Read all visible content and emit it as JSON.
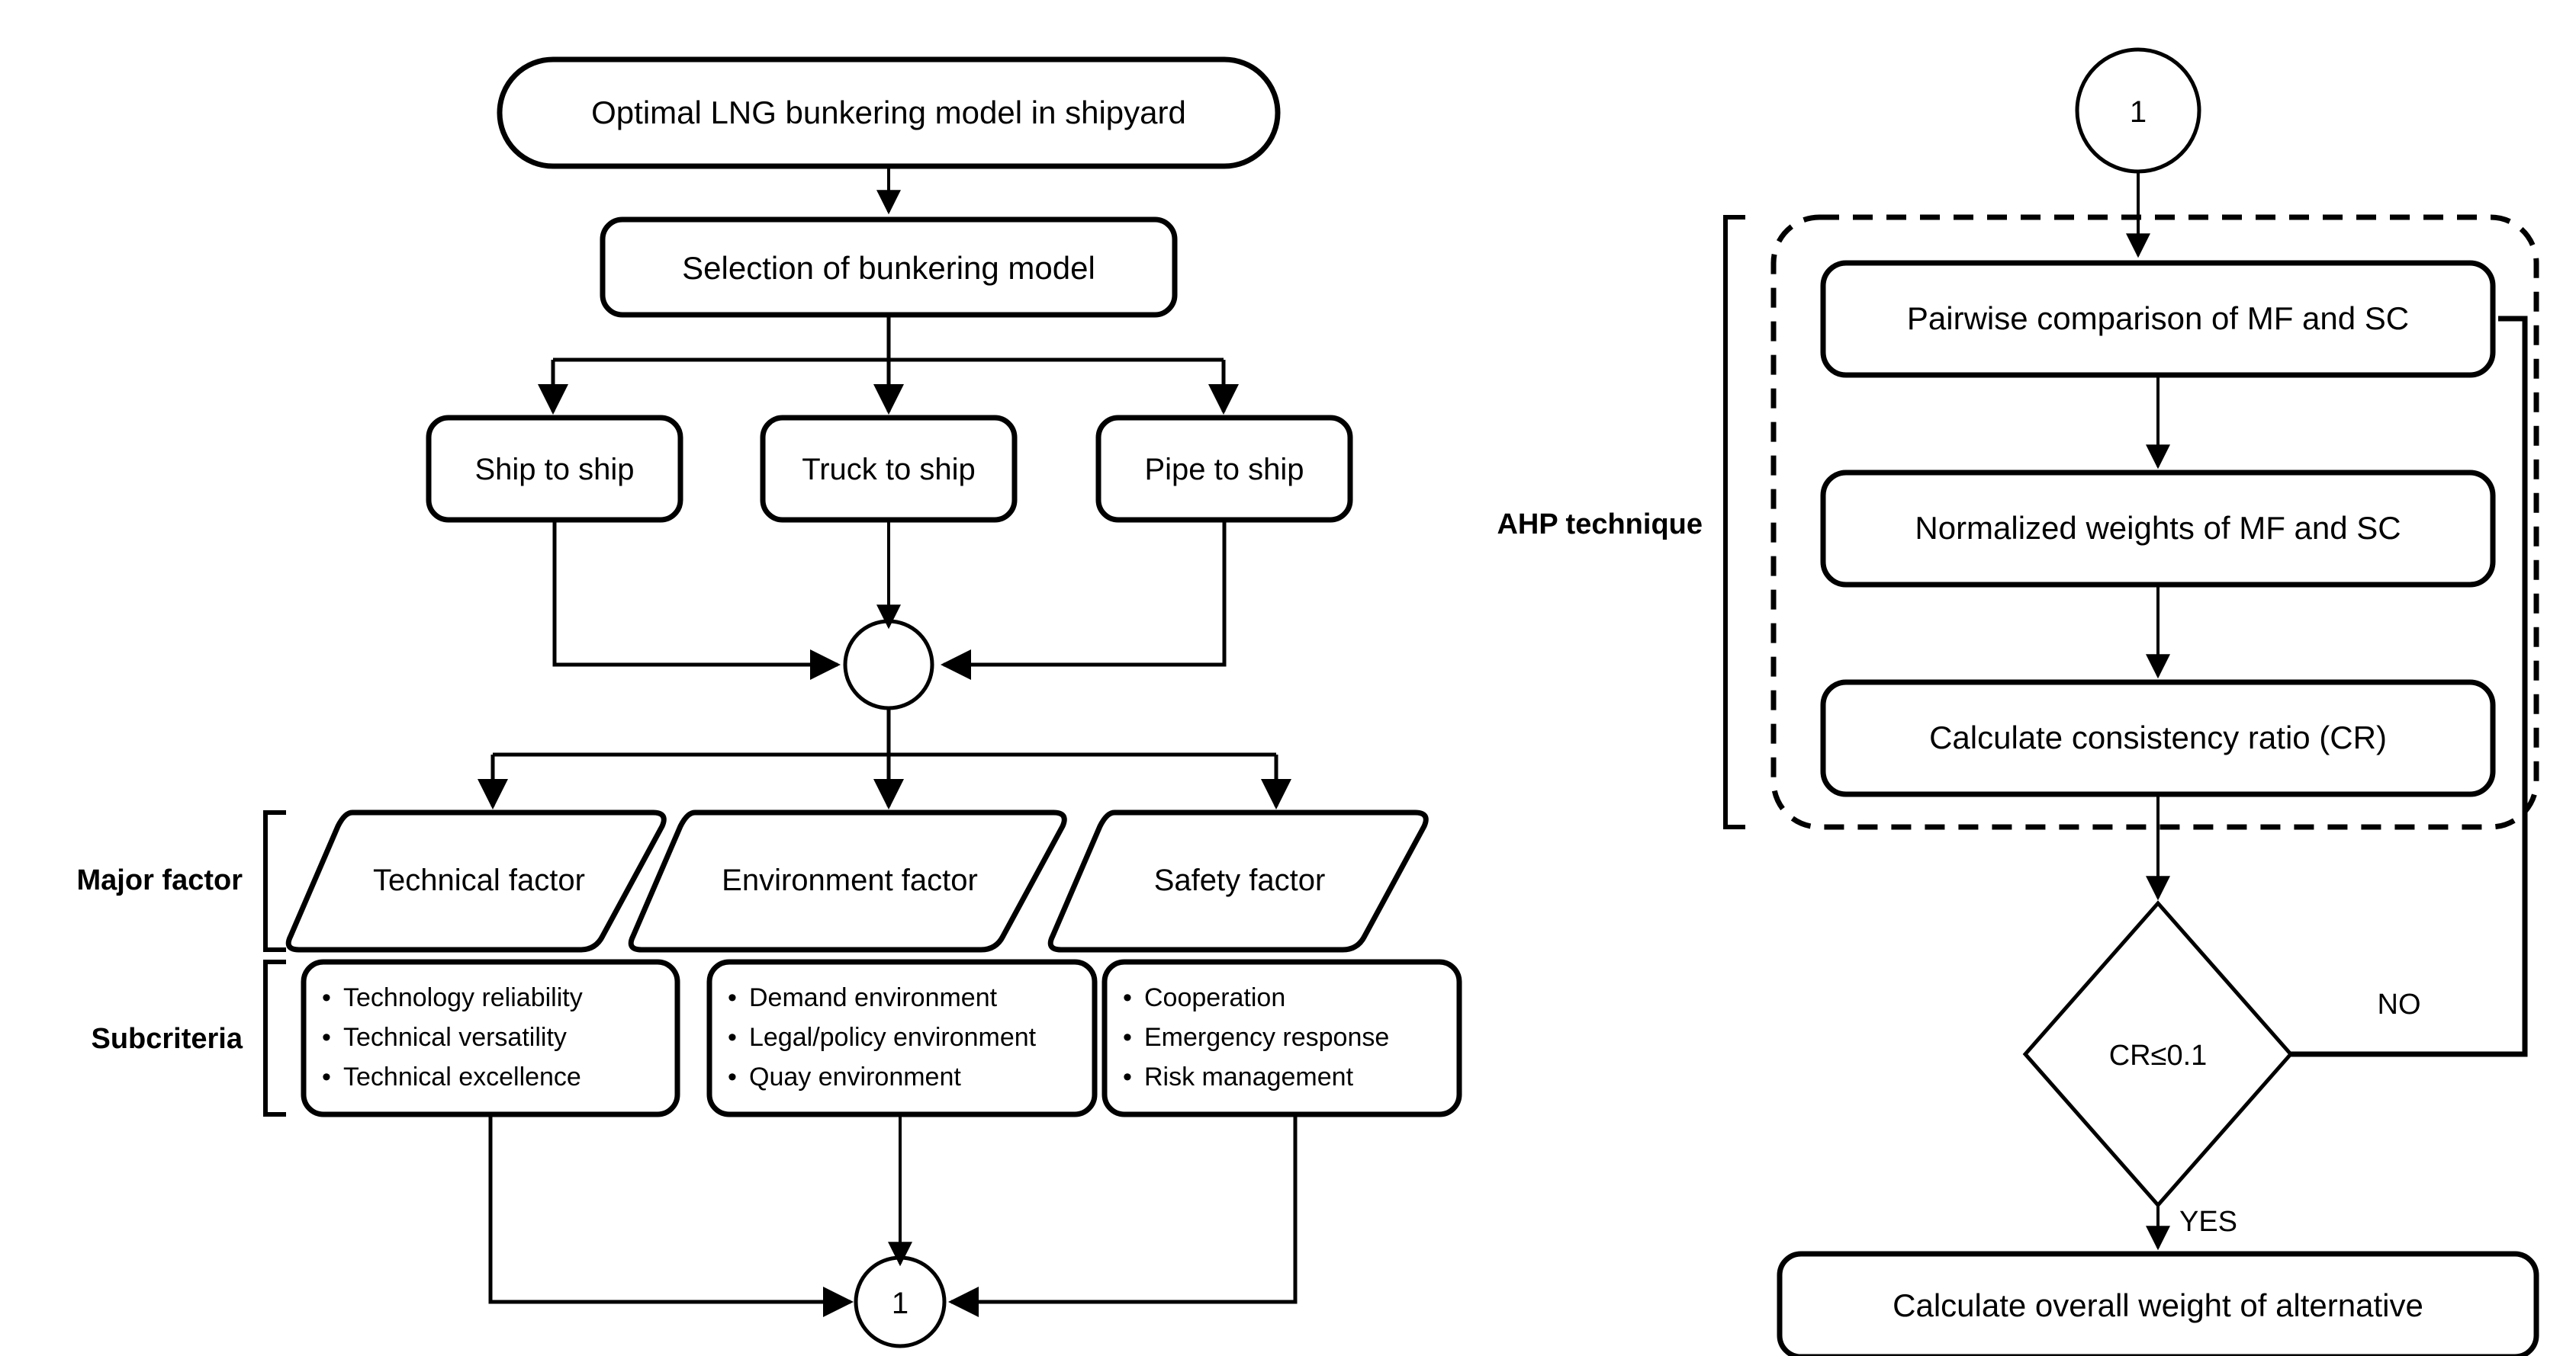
{
  "diagram": {
    "title_node": "Optimal LNG bunkering model in shipyard",
    "selection_node": "Selection of bunkering model",
    "bunkering_options": [
      "Ship to ship",
      "Truck to ship",
      "Pipe to ship"
    ],
    "row_labels": {
      "major_factor": "Major factor",
      "subcriteria": "Subcriteria"
    },
    "major_factors": [
      "Technical factor",
      "Environment factor",
      "Safety factor"
    ],
    "subcriteria_groups": [
      {
        "items": [
          "Technology reliability",
          "Technical versatility",
          "Technical excellence"
        ]
      },
      {
        "items": [
          "Demand environment",
          "Legal/policy environment",
          "Quay environment"
        ]
      },
      {
        "items": [
          "Cooperation",
          "Emergency response",
          "Risk management"
        ]
      }
    ],
    "connector_bottom_left": "1",
    "connector_top_right": "1",
    "ahp": {
      "label": "AHP technique",
      "steps": [
        "Pairwise comparison of MF and SC",
        "Normalized weights of MF and SC",
        "Calculate consistency ratio (CR)"
      ]
    },
    "decision": {
      "condition": "CR≤0.1",
      "branch_no": "NO",
      "branch_yes": "YES"
    },
    "final_node": "Calculate overall weight of alternative",
    "bullet_glyph": "•",
    "colors": {
      "stroke": "#000000",
      "fill": "#ffffff",
      "background": "#ffffff"
    }
  }
}
